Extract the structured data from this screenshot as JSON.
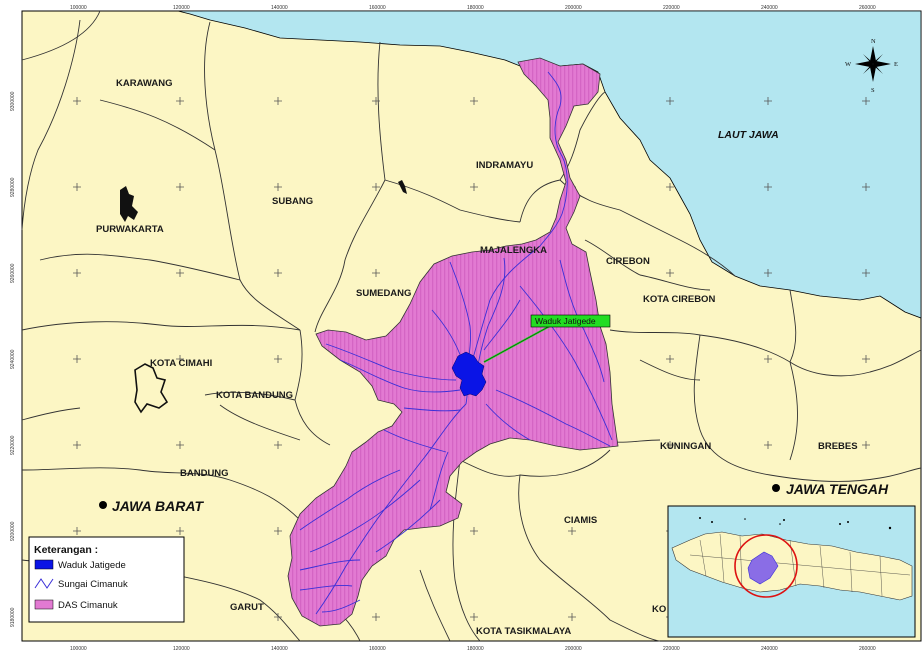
{
  "map": {
    "x_ticks": [
      "100000",
      "120000",
      "140000",
      "160000",
      "180000",
      "200000",
      "220000",
      "240000",
      "260000"
    ],
    "y_ticks": [
      "9300000",
      "9280000",
      "9260000",
      "9240000",
      "9220000",
      "9200000",
      "9180000"
    ],
    "regions": [
      {
        "id": "karawang",
        "name": "KARAWANG"
      },
      {
        "id": "purwakarta",
        "name": "PURWAKARTA"
      },
      {
        "id": "subang",
        "name": "SUBANG"
      },
      {
        "id": "indramayu",
        "name": "INDRAMAYU"
      },
      {
        "id": "majalengka",
        "name": "MAJALENGKA"
      },
      {
        "id": "cirebon",
        "name": "CIREBON"
      },
      {
        "id": "kota-cirebon",
        "name": "KOTA CIREBON"
      },
      {
        "id": "sumedang",
        "name": "SUMEDANG"
      },
      {
        "id": "kota-cimahi",
        "name": "KOTA CIMAHI"
      },
      {
        "id": "kota-bandung",
        "name": "KOTA BANDUNG"
      },
      {
        "id": "bandung",
        "name": "BANDUNG"
      },
      {
        "id": "kuningan",
        "name": "KUNINGAN"
      },
      {
        "id": "brebes",
        "name": "BREBES"
      },
      {
        "id": "ciamis",
        "name": "CIAMIS"
      },
      {
        "id": "garut",
        "name": "GARUT"
      },
      {
        "id": "kota-tasikmalaya",
        "name": "KOTA TASIKMALAYA"
      },
      {
        "id": "ko",
        "name": "KO"
      }
    ],
    "sea_label": "LAUT JAWA",
    "provinces": [
      "JAWA BARAT",
      "JAWA TENGAH"
    ],
    "callout": "Waduk Jatigede",
    "compass": {
      "n": "N",
      "s": "S",
      "e": "E",
      "w": "W"
    },
    "colors": {
      "sea": "#b3e6f0",
      "land": "#fcf6c4",
      "das": "#e27ad2",
      "reservoir": "#0a14e6",
      "river": "#3a2fd8",
      "callout": "#22dd22"
    }
  },
  "legend": {
    "title": "Keterangan :",
    "items": [
      {
        "label": "Waduk Jatigede"
      },
      {
        "label": "Sungai Cimanuk"
      },
      {
        "label": "DAS Cimanuk"
      }
    ]
  }
}
